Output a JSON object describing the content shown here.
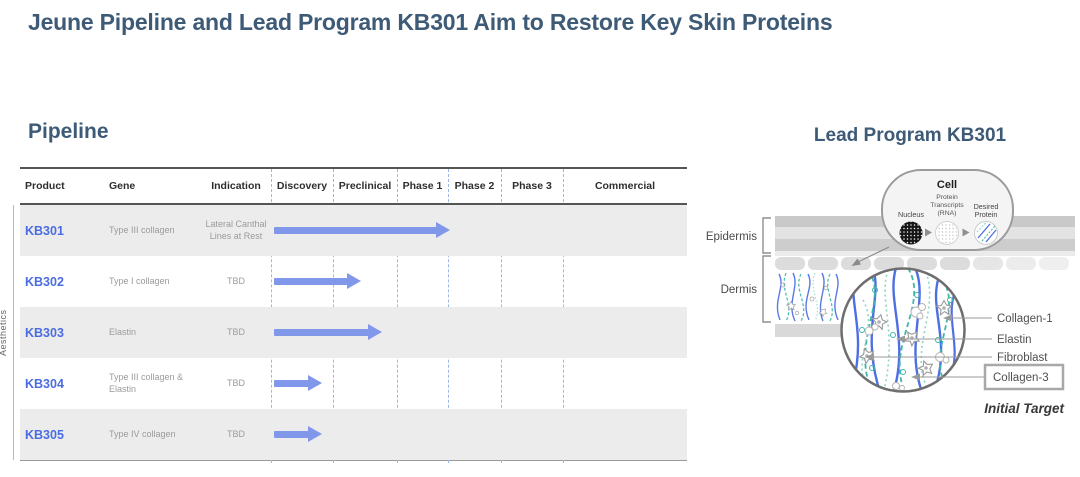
{
  "slide": {
    "title": "Jeune Pipeline and Lead Program KB301 Aim to Restore Key Skin Proteins"
  },
  "pipeline": {
    "heading": "Pipeline",
    "category_label": "Aesthetics",
    "columns": {
      "product": "Product",
      "gene": "Gene",
      "indication": "Indication",
      "phases": [
        "Discovery",
        "Preclinical",
        "Phase 1",
        "Phase 2",
        "Phase 3",
        "Commercial"
      ]
    },
    "rows": [
      {
        "product": "KB301",
        "gene": "Type III collagen",
        "indication": "Lateral Canthal Lines at Rest",
        "phase_reached": "Phase 1",
        "arrow": {
          "start": 274,
          "end": 450
        }
      },
      {
        "product": "KB302",
        "gene": "Type I collagen",
        "indication": "TBD",
        "phase_reached": "Preclinical",
        "arrow": {
          "start": 274,
          "end": 361
        }
      },
      {
        "product": "KB303",
        "gene": "Elastin",
        "indication": "TBD",
        "phase_reached": "Preclinical",
        "arrow": {
          "start": 274,
          "end": 382
        }
      },
      {
        "product": "KB304",
        "gene": "Type III collagen & Elastin",
        "indication": "TBD",
        "phase_reached": "Discovery",
        "arrow": {
          "start": 274,
          "end": 322
        }
      },
      {
        "product": "KB305",
        "gene": "Type IV collagen",
        "indication": "TBD",
        "phase_reached": "Discovery",
        "arrow": {
          "start": 274,
          "end": 322
        }
      }
    ]
  },
  "lead_program": {
    "heading": "Lead Program KB301",
    "skin": {
      "epidermis": "Epidermis",
      "dermis": "Dermis"
    },
    "cell": {
      "title": "Cell",
      "nucleus": "Nucleus",
      "transcripts_lines": [
        "Protein",
        "Transcripts",
        "(RNA)"
      ],
      "desired_lines": [
        "Desired",
        "Protein"
      ]
    },
    "annotations": {
      "collagen1": "Collagen-1",
      "elastin": "Elastin",
      "fibroblast": "Fibroblast",
      "collagen3": "Collagen-3"
    },
    "initial_target": "Initial Target"
  },
  "colors": {
    "title_text": "#3d5a76",
    "product_blue": "#4a6ce2",
    "arrow_blue": "#8198ea",
    "dashed_guide": "#9cb6e8",
    "row_gray": "#ececec",
    "collagen1_blue": "#4e6fe3",
    "elastin_teal": "#3eb8a6",
    "collagen3_teal": "#8ad4c6"
  }
}
